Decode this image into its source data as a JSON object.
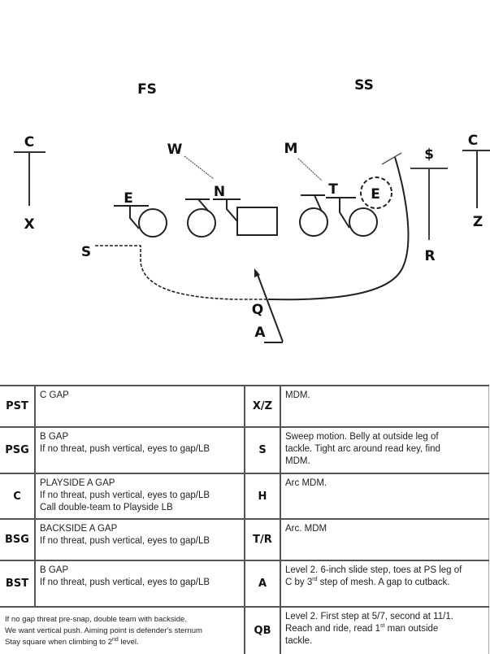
{
  "diagram": {
    "labels": {
      "fs": "FS",
      "ss": "SS",
      "left_c": "C",
      "right_c": "C",
      "x": "X",
      "z": "Z",
      "w": "W",
      "m": "M",
      "e_left": "E",
      "n": "N",
      "t": "T",
      "e_right": "E",
      "dollar": "$",
      "r": "R",
      "s": "S",
      "q": "Q",
      "a": "A"
    }
  },
  "table": {
    "rows": [
      {
        "pos_left": "PST",
        "left_lines": [
          "C GAP"
        ],
        "pos_right": "X/Z",
        "right_lines": [
          "MDM."
        ]
      },
      {
        "pos_left": "PSG",
        "left_lines": [
          "B GAP",
          "If no threat, push vertical, eyes to gap/LB"
        ],
        "pos_right": "S",
        "right_lines": [
          "Sweep motion. Belly at outside leg of",
          "tackle. Tight arc around read key, find",
          "MDM."
        ]
      },
      {
        "pos_left": "C",
        "left_lines": [
          "PLAYSIDE A GAP",
          "If no threat, push vertical, eyes to gap/LB",
          "Call double-team to Playside LB"
        ],
        "pos_right": "H",
        "right_lines": [
          "Arc MDM."
        ]
      },
      {
        "pos_left": "BSG",
        "left_lines": [
          "BACKSIDE A GAP",
          "If no threat, push vertical, eyes to gap/LB"
        ],
        "pos_right": "T/R",
        "right_lines": [
          "Arc. MDM"
        ]
      },
      {
        "pos_left": "BST",
        "left_lines": [
          "B GAP",
          "If no threat, push vertical, eyes to gap/LB"
        ],
        "pos_right": "A",
        "right_lines_a": [
          "Level 2. 6-inch slide step, toes at PS leg of"
        ],
        "right_a_pre": "C by 3",
        "right_a_sup": "rd",
        "right_a_post": " step of mesh. A gap to cutback."
      },
      {
        "note_line1": "If no gap threat pre-snap, double team with backside.",
        "note_line2": "We want vertical push. Aiming point is defender's sternum",
        "note_line3_pre": "Stay square when climbing to 2",
        "note_line3_sup": "nd",
        "note_line3_post": " level.",
        "pos_right": "QB",
        "qb_line1": "Level 2. First step at 5/7, second at 11/1.",
        "qb_line2_pre": "Reach and ride, read 1",
        "qb_line2_sup": "st",
        "qb_line2_post": " man outside",
        "qb_line3": "tackle."
      }
    ]
  }
}
